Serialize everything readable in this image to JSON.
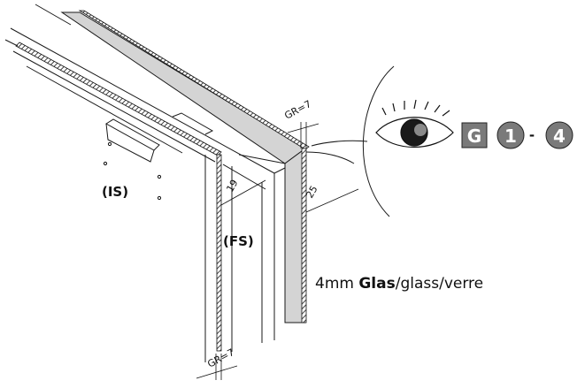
{
  "labels": {
    "inner_sash": "(IS)",
    "frame_sash": "(FS)"
  },
  "dimensions": {
    "gr_top": "GR=7",
    "gr_bottom": "GR=7",
    "d19": "19",
    "d25": "25"
  },
  "caption": {
    "prefix": "4mm ",
    "bold": "Glas",
    "rest": "/glass/verre"
  },
  "view_badges": {
    "g": "G",
    "one": "1",
    "dash": "-",
    "four": "4"
  },
  "icons": [
    "eye-icon"
  ],
  "colors": {
    "glass_fill": "#d4d4d4",
    "badge_fill": "#7a7a7a",
    "line": "#1a1a1a"
  }
}
